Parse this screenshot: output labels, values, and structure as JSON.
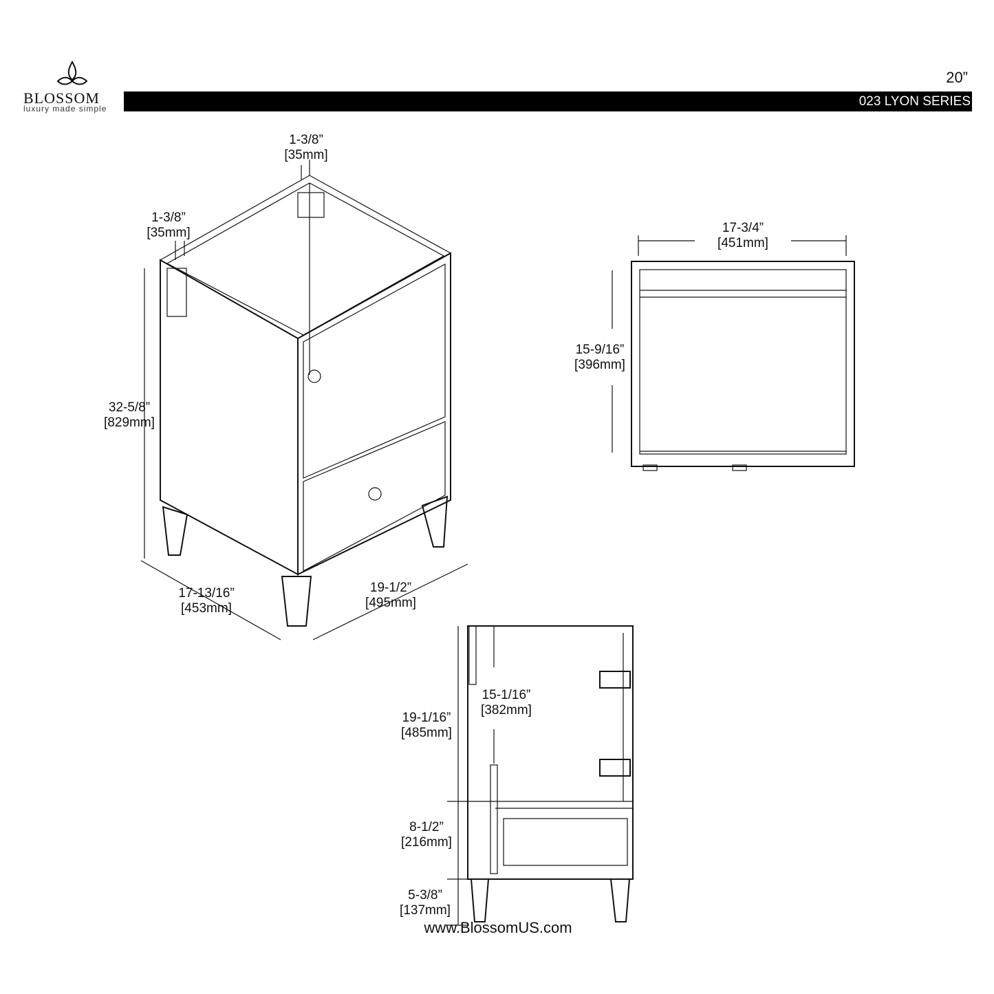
{
  "header": {
    "brand": "BLOSSOM",
    "tagline": "luxury made simple",
    "size": "20”",
    "series": "023 LYON SERIES",
    "logo_color": "#2a8fd0"
  },
  "isometric_view": {
    "top_back_depth": {
      "inch": "1-3/8”",
      "mm": "[35mm]"
    },
    "top_side_depth": {
      "inch": "1-3/8”",
      "mm": "[35mm]"
    },
    "height": {
      "inch": "32-5/8”",
      "mm": "[829mm]"
    },
    "depth": {
      "inch": "17-13/16”",
      "mm": "[453mm]"
    },
    "width": {
      "inch": "19-1/2”",
      "mm": "[495mm]"
    }
  },
  "top_view": {
    "width": {
      "inch": "17-3/4”",
      "mm": "[451mm]"
    },
    "depth": {
      "inch": "15-9/16”",
      "mm": "[396mm]"
    }
  },
  "side_view": {
    "interior_height": {
      "inch": "15-1/16”",
      "mm": "[382mm]"
    },
    "upper_height": {
      "inch": "19-1/16”",
      "mm": "[485mm]"
    },
    "drawer_height": {
      "inch": "8-1/2”",
      "mm": "[216mm]"
    },
    "leg_height": {
      "inch": "5-3/8”",
      "mm": "[137mm]"
    }
  },
  "footer": {
    "url": "www.BlossomUS.com"
  }
}
